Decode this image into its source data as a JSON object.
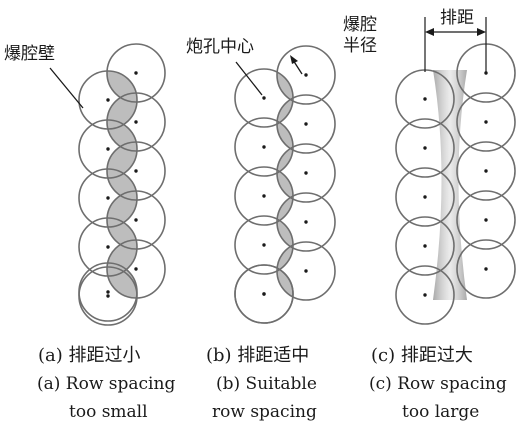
{
  "labels": {
    "cavity_wall": "爆腔壁",
    "hole_center": "炮孔中心",
    "cavity_radius_line1": "爆腔",
    "cavity_radius_line2": "半径",
    "row_spacing": "排距"
  },
  "captions": [
    {
      "zh": "(a) 排距过小",
      "en1": "(a) Row spacing",
      "en2": "too small"
    },
    {
      "zh": "(b) 排距适中",
      "en1": "(b) Suitable",
      "en2": "row spacing"
    },
    {
      "zh": "(c) 排距过大",
      "en1": "(c) Row spacing",
      "en2": "too large"
    }
  ],
  "colors": {
    "circle_stroke": "#6e6e6e",
    "overlap_fill": "#bdbdbd",
    "gap_shade": "#9a9a9a",
    "text": "#1a1a1a"
  }
}
